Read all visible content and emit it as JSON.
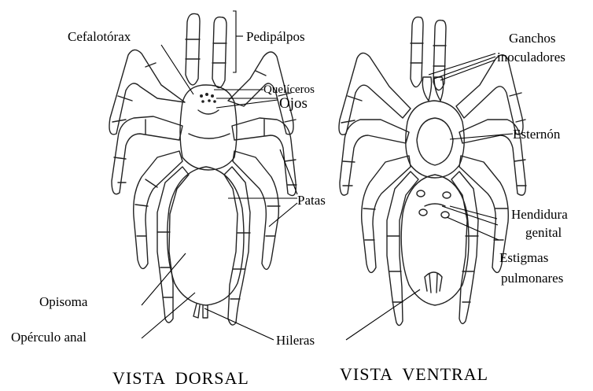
{
  "dorsal_view": {
    "caption": "VISTA  DORSAL",
    "labels": {
      "cefalotorax": "Cefalotórax",
      "pedipalpos": "Pedipálpos",
      "queliceros": "Quelíceros",
      "ojos": "Ojos",
      "patas": "Patas",
      "opisoma": "Opisoma",
      "operculo_anal": "Opérculo anal",
      "hileras": "Hileras"
    }
  },
  "ventral_view": {
    "caption": "VISTA  VENTRAL",
    "labels": {
      "ganchos_line1": "Ganchos",
      "ganchos_line2": "inoculadores",
      "esternon": "Esternón",
      "hendidura_line1": "Hendidura",
      "hendidura_line2": "genital",
      "estigmas_line1": "Estigmas",
      "estigmas_line2": "pulmonares"
    }
  },
  "colors": {
    "ink": "#000000",
    "outline": "#222222",
    "background": "#ffffff"
  }
}
